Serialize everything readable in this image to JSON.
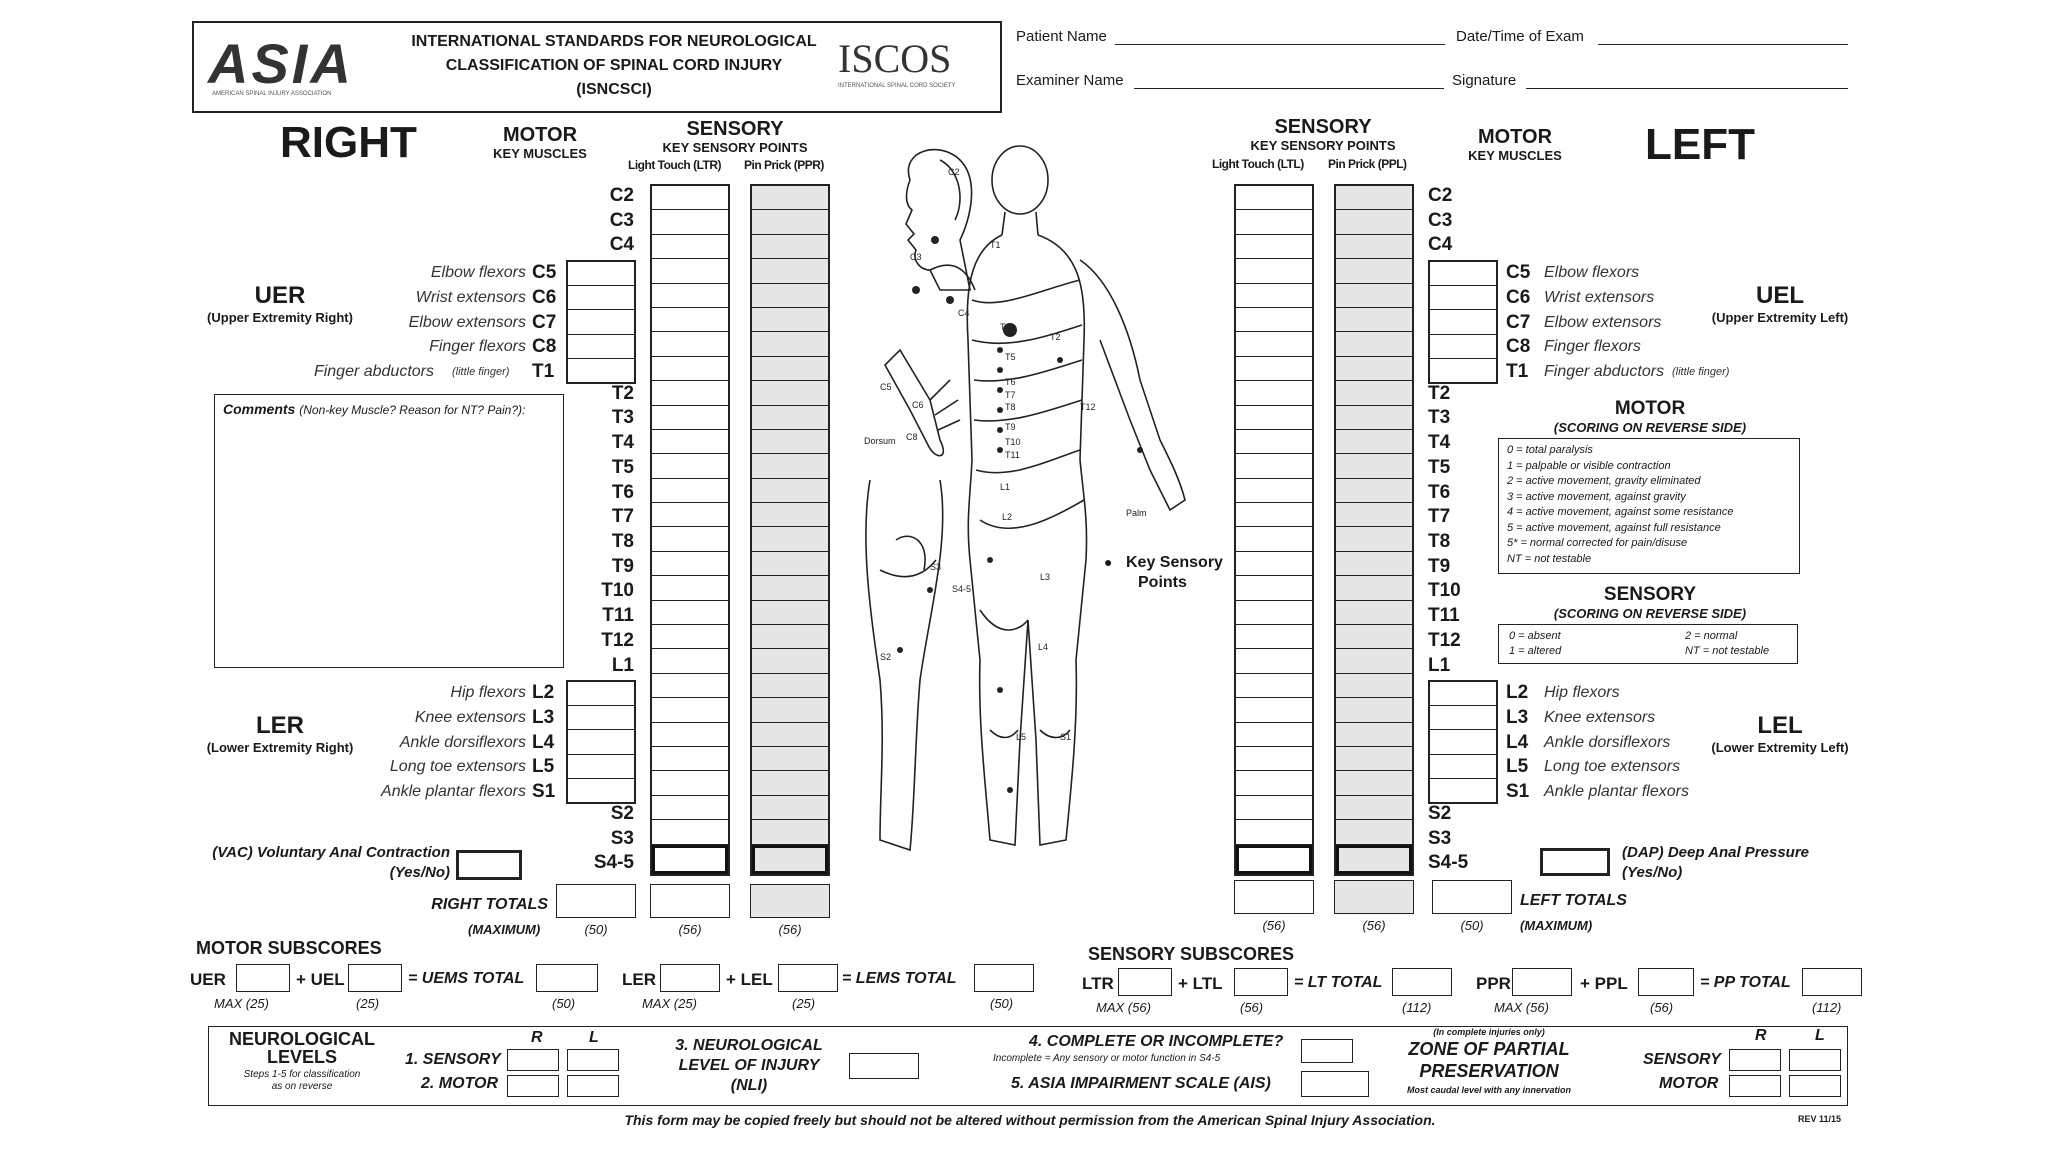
{
  "header": {
    "logo_left": "ASIA",
    "logo_left_sub": "AMERICAN SPINAL INJURY ASSOCIATION",
    "title_line1": "INTERNATIONAL STANDARDS FOR NEUROLOGICAL",
    "title_line2": "CLASSIFICATION OF SPINAL CORD INJURY",
    "title_line3": "(ISNCSCI)",
    "logo_right": "ISCOS",
    "logo_right_sub": "INTERNATIONAL SPINAL CORD SOCIETY",
    "patient_name_label": "Patient Name",
    "date_time_label": "Date/Time of Exam",
    "examiner_name_label": "Examiner Name",
    "signature_label": "Signature"
  },
  "right": {
    "side_title": "RIGHT",
    "motor_title": "MOTOR",
    "motor_sub": "KEY MUSCLES",
    "sensory_title": "SENSORY",
    "sensory_sub": "KEY SENSORY POINTS",
    "ltr_label": "Light Touch (LTR)",
    "ppr_label": "Pin Prick (PPR)",
    "uer_title": "UER",
    "uer_sub": "(Upper Extremity Right)",
    "ler_title": "LER",
    "ler_sub": "(Lower Extremity Right)",
    "comments_label": "Comments",
    "comments_hint": "(Non-key Muscle? Reason for NT? Pain?):",
    "vac_label_1": "(VAC) Voluntary Anal Contraction",
    "vac_label_2": "(Yes/No)",
    "totals_label": "RIGHT TOTALS",
    "max_label": "(MAXIMUM)",
    "max_motor": "(50)",
    "max_ltr": "(56)",
    "max_ppr": "(56)",
    "upper_muscles": [
      {
        "level": "C5",
        "name": "Elbow flexors"
      },
      {
        "level": "C6",
        "name": "Wrist extensors"
      },
      {
        "level": "C7",
        "name": "Elbow extensors"
      },
      {
        "level": "C8",
        "name": "Finger flexors"
      },
      {
        "level": "T1",
        "name": "Finger abductors",
        "note": "(little finger)"
      }
    ],
    "lower_muscles": [
      {
        "level": "L2",
        "name": "Hip flexors"
      },
      {
        "level": "L3",
        "name": "Knee extensors"
      },
      {
        "level": "L4",
        "name": "Ankle dorsiflexors"
      },
      {
        "level": "L5",
        "name": "Long toe extensors"
      },
      {
        "level": "S1",
        "name": "Ankle plantar flexors"
      }
    ]
  },
  "left": {
    "side_title": "LEFT",
    "motor_title": "MOTOR",
    "motor_sub": "KEY MUSCLES",
    "sensory_title": "SENSORY",
    "sensory_sub": "KEY SENSORY POINTS",
    "ltl_label": "Light Touch (LTL)",
    "ppl_label": "Pin Prick (PPL)",
    "uel_title": "UEL",
    "uel_sub": "(Upper Extremity Left)",
    "lel_title": "LEL",
    "lel_sub": "(Lower Extremity Left)",
    "dap_label_1": "(DAP) Deep Anal Pressure",
    "dap_label_2": "(Yes/No)",
    "totals_label": "LEFT TOTALS",
    "max_label": "(MAXIMUM)",
    "max_ltl": "(56)",
    "max_ppl": "(56)",
    "max_motor": "(50)",
    "upper_muscles": [
      {
        "level": "C5",
        "name": "Elbow flexors"
      },
      {
        "level": "C6",
        "name": "Wrist extensors"
      },
      {
        "level": "C7",
        "name": "Elbow extensors"
      },
      {
        "level": "C8",
        "name": "Finger flexors"
      },
      {
        "level": "T1",
        "name": "Finger abductors",
        "note": "(little finger)"
      }
    ],
    "lower_muscles": [
      {
        "level": "L2",
        "name": "Hip flexors"
      },
      {
        "level": "L3",
        "name": "Knee extensors"
      },
      {
        "level": "L4",
        "name": "Ankle dorsiflexors"
      },
      {
        "level": "L5",
        "name": "Long toe extensors"
      },
      {
        "level": "S1",
        "name": "Ankle plantar flexors"
      }
    ]
  },
  "levels": [
    "C2",
    "C3",
    "C4",
    "C5",
    "C6",
    "C7",
    "C8",
    "T1",
    "T2",
    "T3",
    "T4",
    "T5",
    "T6",
    "T7",
    "T8",
    "T9",
    "T10",
    "T11",
    "T12",
    "L1",
    "L2",
    "L3",
    "L4",
    "L5",
    "S1",
    "S2",
    "S3",
    "S4-5"
  ],
  "diagram": {
    "key_points_label_1": "Key Sensory",
    "key_points_label_2": "Points",
    "dorsum": "Dorsum",
    "palm": "Palm",
    "labels": [
      "C2",
      "C3",
      "C4",
      "C5",
      "C6",
      "C8",
      "T1",
      "T2",
      "T4",
      "T5",
      "T6",
      "T7",
      "T8",
      "T9",
      "T10",
      "T11",
      "T12",
      "L1",
      "L2",
      "L3",
      "L4",
      "L5",
      "S1",
      "S2",
      "S3",
      "S4-5"
    ]
  },
  "motor_legend": {
    "title": "MOTOR",
    "sub": "(SCORING ON REVERSE SIDE)",
    "lines": [
      "0 = total paralysis",
      "1 = palpable or visible contraction",
      "2 = active movement, gravity eliminated",
      "3 = active movement, against gravity",
      "4 = active movement, against some resistance",
      "5 = active movement, against full resistance",
      "5* = normal corrected for pain/disuse",
      "NT = not testable"
    ]
  },
  "sensory_legend": {
    "title": "SENSORY",
    "sub": "(SCORING ON REVERSE SIDE)",
    "left_lines": [
      "0 = absent",
      "1 = altered"
    ],
    "right_lines": [
      "2 = normal",
      "NT = not testable"
    ]
  },
  "motor_subscores": {
    "title": "MOTOR SUBSCORES",
    "uer": "UER",
    "uel": "+ UEL",
    "uems": "= UEMS TOTAL",
    "ler": "LER",
    "lel": "+ LEL",
    "lems": "= LEMS TOTAL",
    "max_uer": "MAX (25)",
    "max_uel": "(25)",
    "max_uems": "(50)",
    "max_ler": "MAX (25)",
    "max_lel": "(25)",
    "max_lems": "(50)"
  },
  "sensory_subscores": {
    "title": "SENSORY SUBSCORES",
    "ltr": "LTR",
    "ltl": "+ LTL",
    "lt_total": "= LT TOTAL",
    "ppr": "PPR",
    "ppl": "+ PPL",
    "pp_total": "= PP TOTAL",
    "max_ltr": "MAX (56)",
    "max_ltl": "(56)",
    "max_lt": "(112)",
    "max_ppr": "MAX (56)",
    "max_ppl": "(56)",
    "max_pp": "(112)"
  },
  "neuro": {
    "title_1": "NEUROLOGICAL",
    "title_2": "LEVELS",
    "steps_1": "Steps 1-5 for classification",
    "steps_2": "as on reverse",
    "r": "R",
    "l": "L",
    "sensory": "1. SENSORY",
    "motor": "2. MOTOR",
    "nli_1": "3. NEUROLOGICAL",
    "nli_2": "LEVEL OF INJURY",
    "nli_3": "(NLI)",
    "complete": "4. COMPLETE OR INCOMPLETE?",
    "complete_note": "Incomplete = Any sensory or motor function in S4-5",
    "ais": "5. ASIA IMPAIRMENT SCALE (AIS)",
    "zpp_note": "(In complete injuries only)",
    "zpp_1": "ZONE OF PARTIAL",
    "zpp_2": "PRESERVATION",
    "zpp_sub": "Most caudal level with any innervation",
    "zpp_r": "R",
    "zpp_l": "L",
    "zpp_sensory": "SENSORY",
    "zpp_motor": "MOTOR"
  },
  "footer": {
    "copy_note": "This form may be copied freely but should not be altered without permission from the American Spinal Injury Association.",
    "rev": "REV 11/15"
  }
}
